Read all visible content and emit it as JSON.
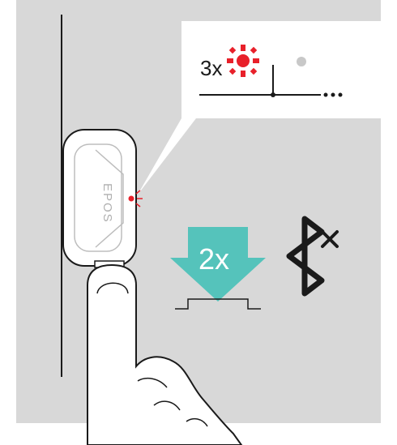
{
  "illustration": {
    "led_callout": {
      "repeat_label": "3x",
      "active_led_color": "#e8202a",
      "inactive_led_color": "#c8c8c8"
    },
    "device": {
      "brand_text": "EPOS",
      "led_color": "#e8202a"
    },
    "press_instruction": {
      "count_label": "2x",
      "arrow_color": "#55c3bb"
    },
    "status_icon": "bluetooth-disconnected-icon",
    "colors": {
      "panel_background": "#d8d8d8",
      "outline": "#1a1a1a"
    }
  }
}
